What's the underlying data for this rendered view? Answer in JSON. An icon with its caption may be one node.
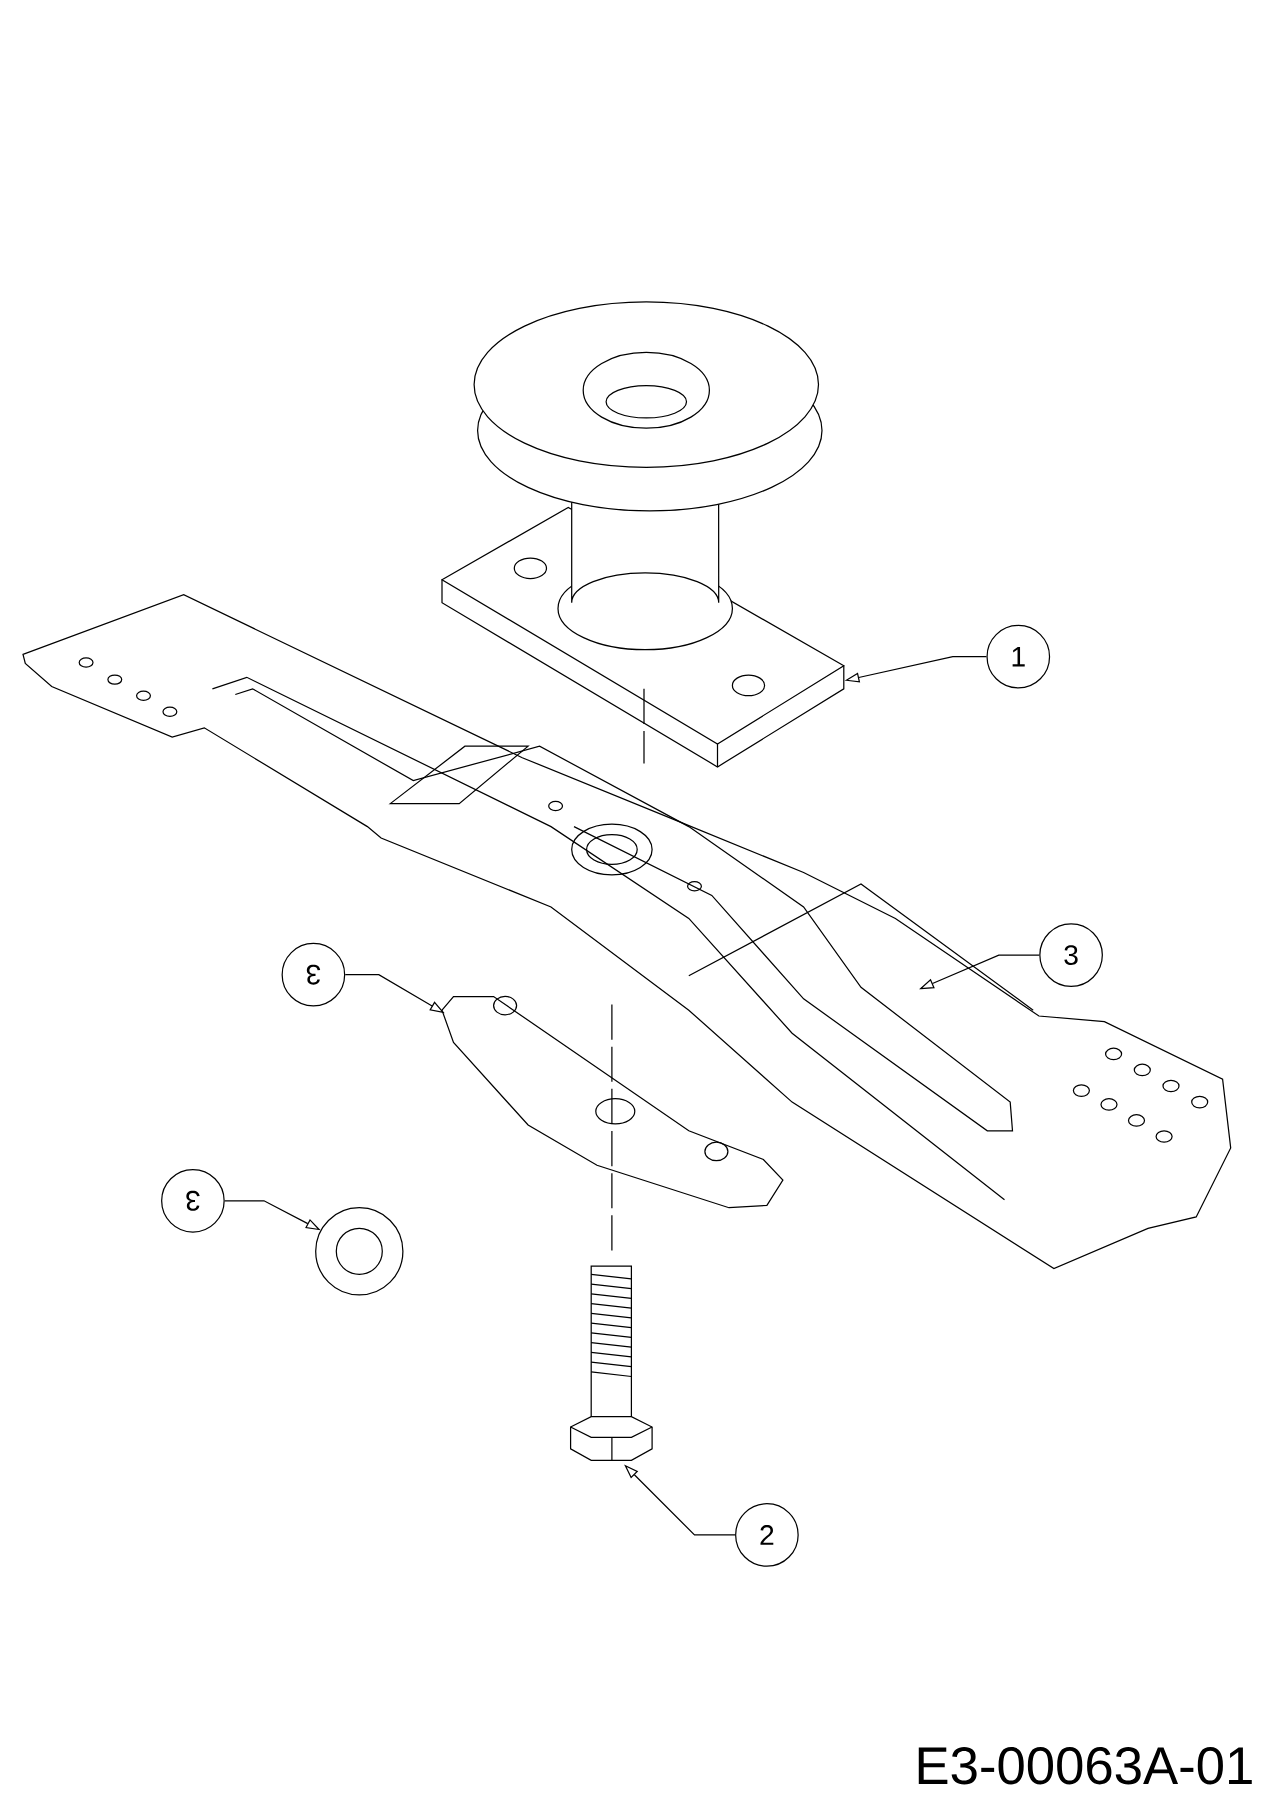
{
  "diagram": {
    "nodes": [
      {
        "text": [
          "1"
        ]
      },
      {
        "text": [
          "3"
        ]
      },
      {
        "text": [
          "3"
        ]
      },
      {
        "text": [
          "3"
        ]
      },
      {
        "text": [
          "2"
        ]
      },
      {
        "text": [],
        "shape": "picture"
      },
      {
        "text": [],
        "shape": "picture"
      },
      {
        "text": [],
        "shape": "picture"
      },
      {
        "text": [],
        "shape": "picture"
      },
      {
        "text": [],
        "shape": "picture"
      }
    ],
    "edges": [
      {
        "from": 0,
        "to": 5,
        "arrow": "to"
      },
      {
        "from": 1,
        "to": 6,
        "arrow": "to"
      },
      {
        "from": 2,
        "to": 7,
        "arrow": "to"
      },
      {
        "from": 3,
        "to": 8,
        "arrow": "to"
      },
      {
        "from": 4,
        "to": 9,
        "arrow": "to"
      }
    ],
    "labels": [
      "E3-00063A-01"
    ]
  }
}
